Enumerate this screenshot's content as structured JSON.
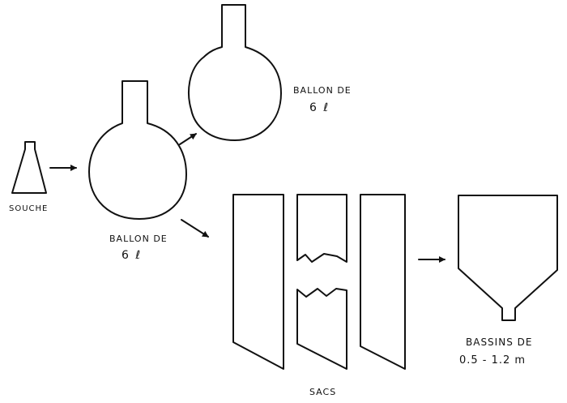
{
  "diagram": {
    "title": "",
    "stages": [
      {
        "id": "souche",
        "label": "SOUCHE",
        "shape": "erlenmeyer-flask"
      },
      {
        "id": "ballon1",
        "label_line1": "BALLON DE",
        "label_line2": "6 ℓ",
        "shape": "round-bottom-flask"
      },
      {
        "id": "ballon2",
        "label_line1": "BALLON DE",
        "label_line2": "6 ℓ",
        "shape": "round-bottom-flask"
      },
      {
        "id": "sacs",
        "label": "SACS",
        "shape": "bags",
        "count": 3
      },
      {
        "id": "bassins",
        "label_line1": "BASSINS DE",
        "label_line2": "0.5 - 1.2 m",
        "shape": "conical-tank"
      }
    ],
    "arrows": [
      {
        "from": "souche",
        "to": "ballon1"
      },
      {
        "from": "ballon1",
        "to": "ballon2"
      },
      {
        "from": "ballon1",
        "to": "sacs"
      },
      {
        "from": "sacs",
        "to": "bassins"
      }
    ],
    "colors": {
      "stroke": "#111111",
      "background": "#ffffff"
    }
  }
}
